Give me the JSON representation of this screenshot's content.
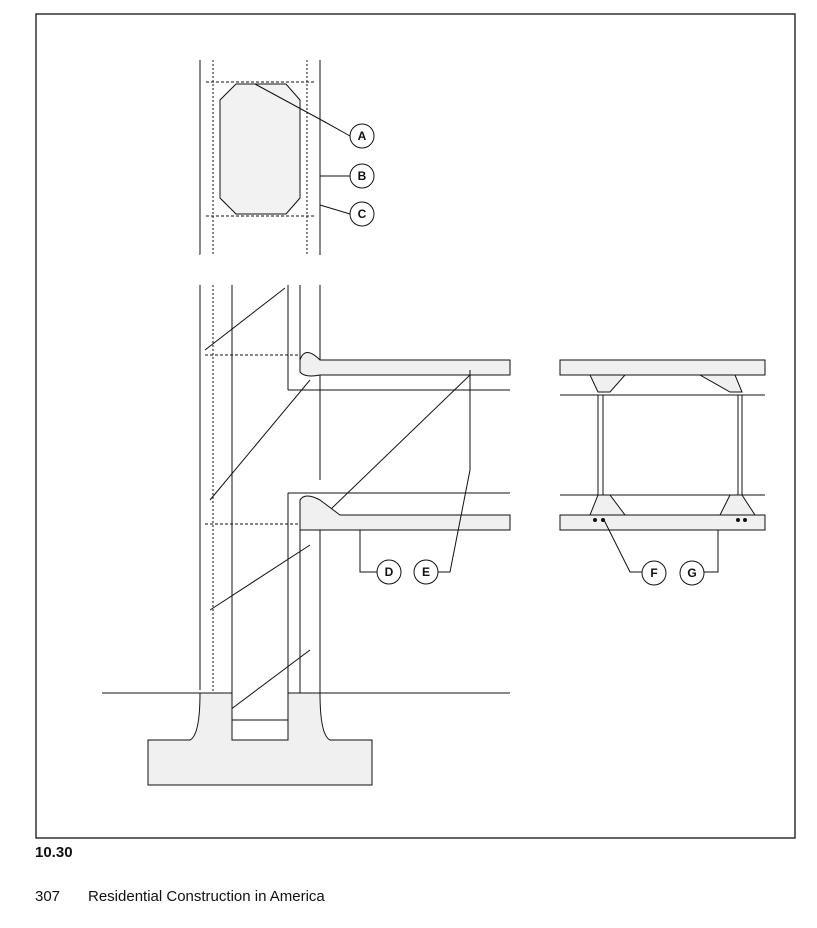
{
  "figure": {
    "number": "10.30",
    "callouts": [
      "A",
      "B",
      "C",
      "D",
      "E",
      "F",
      "G"
    ]
  },
  "footer": {
    "page_number": "307",
    "book_title": "Residential Construction in America"
  }
}
